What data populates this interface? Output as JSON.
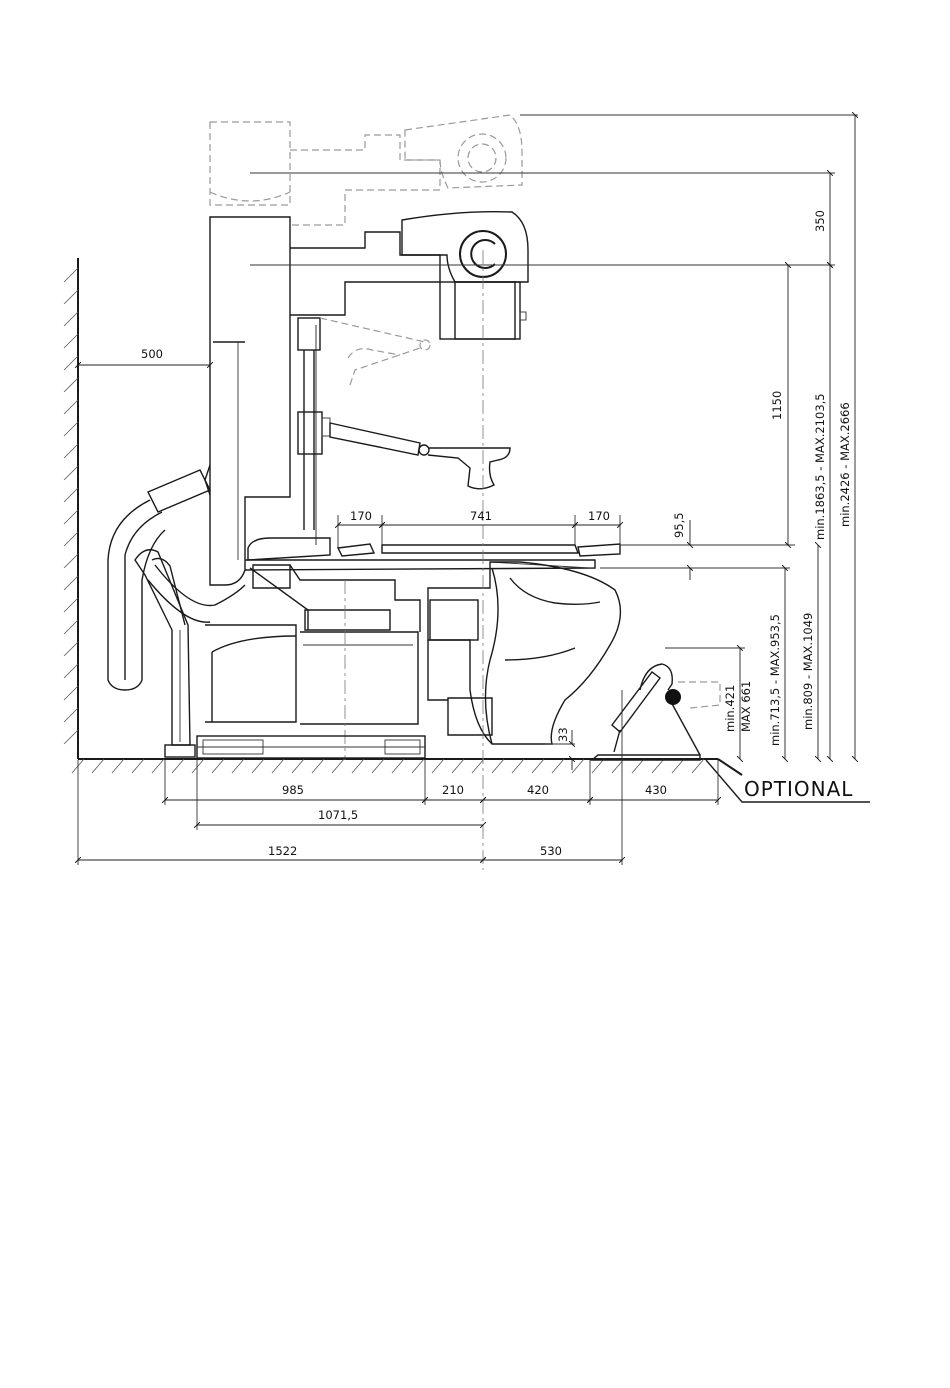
{
  "dimensions": {
    "wall_clearance": "500",
    "tube_travel": "350",
    "tube_to_table": "1150",
    "table_top_range": "min.1863,5 - MAX.2103,5",
    "overall_height_range": "min.2426 - MAX.2666",
    "table_left_ext": "170",
    "table_length": "741",
    "table_right_ext": "170",
    "table_offset": "95,5",
    "table_height_range": "min.713,5 - MAX.953,5",
    "chair_height_range": "min.809 - MAX.1049",
    "footrest_min": "min.421",
    "footrest_max": "MAX 661",
    "floor_clearance": "33",
    "base_length": "985",
    "gap_210": "210",
    "span_420": "420",
    "footrest_depth": "430",
    "base_to_center": "1071,5",
    "overall_length": "1522",
    "front_extension": "530"
  },
  "labels": {
    "optional": "OPTIONAL"
  }
}
